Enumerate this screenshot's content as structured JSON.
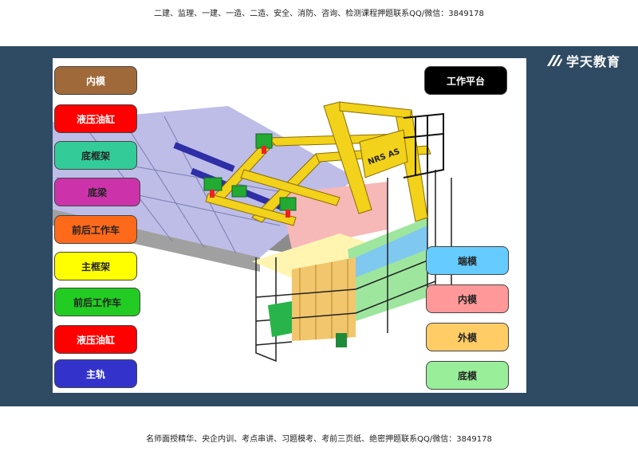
{
  "header": {
    "text": "二建、监理、一建、一造、二造、安全、消防、咨询、检测课程押题联系QQ/微信：3849178"
  },
  "footer": {
    "text": "名师面授精华、央企内训、考点串讲、习题模考、考前三页纸、绝密押题联系QQ/微信：3849178"
  },
  "brand": {
    "name": "学天教育"
  },
  "diagram": {
    "truss_label": "NRS AS",
    "left_labels": [
      {
        "text": "内模",
        "bg": "#a0693a",
        "fg": "#ffffff"
      },
      {
        "text": "液压油缸",
        "bg": "#ff0000",
        "fg": "#ffffff"
      },
      {
        "text": "底框架",
        "bg": "#33cc99",
        "fg": "#222222"
      },
      {
        "text": "底梁",
        "bg": "#cc33aa",
        "fg": "#222222"
      },
      {
        "text": "前后工作车",
        "bg": "#ff6a1a",
        "fg": "#222222"
      },
      {
        "text": "主框架",
        "bg": "#ffff00",
        "fg": "#222222"
      },
      {
        "text": "前后工作车",
        "bg": "#22cc22",
        "fg": "#222222"
      },
      {
        "text": "液压油缸",
        "bg": "#ff0000",
        "fg": "#ffffff"
      },
      {
        "text": "主轨",
        "bg": "#3333cc",
        "fg": "#ffffff"
      }
    ],
    "right_labels": [
      {
        "text": "工作平台",
        "bg": "#000000",
        "fg": "#ffffff"
      },
      {
        "text": "端模",
        "bg": "#66ccff",
        "fg": "#222222"
      },
      {
        "text": "内模",
        "bg": "#ff9999",
        "fg": "#222222"
      },
      {
        "text": "外模",
        "bg": "#ffcc66",
        "fg": "#222222"
      },
      {
        "text": "底模",
        "bg": "#99ee99",
        "fg": "#222222"
      }
    ]
  }
}
